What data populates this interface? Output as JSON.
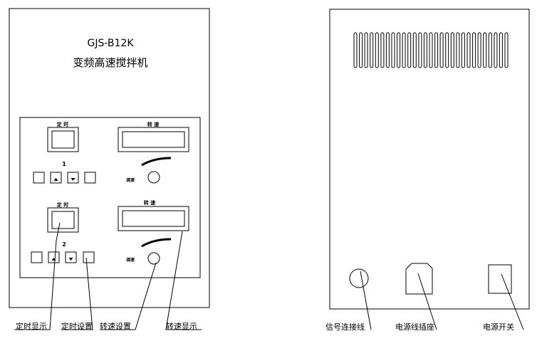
{
  "front_panel": {
    "model": "GJS-B12K",
    "name": "变频高速搅拌机",
    "unit1": {
      "number": "1",
      "timer_label": "定 时",
      "speed_label": "转 速",
      "knob_label": "调速"
    },
    "unit2": {
      "number": "2",
      "timer_label": "定 时",
      "speed_label": "转 速",
      "knob_label": "调速"
    }
  },
  "callouts_front": {
    "timer_display": "定时显示",
    "timer_setting": "定时设置",
    "speed_setting": "转速设置",
    "speed_display": "转速显示"
  },
  "callouts_back": {
    "signal_port": "信号连接线",
    "power_socket": "电源线插座",
    "power_switch": "电源开关"
  }
}
